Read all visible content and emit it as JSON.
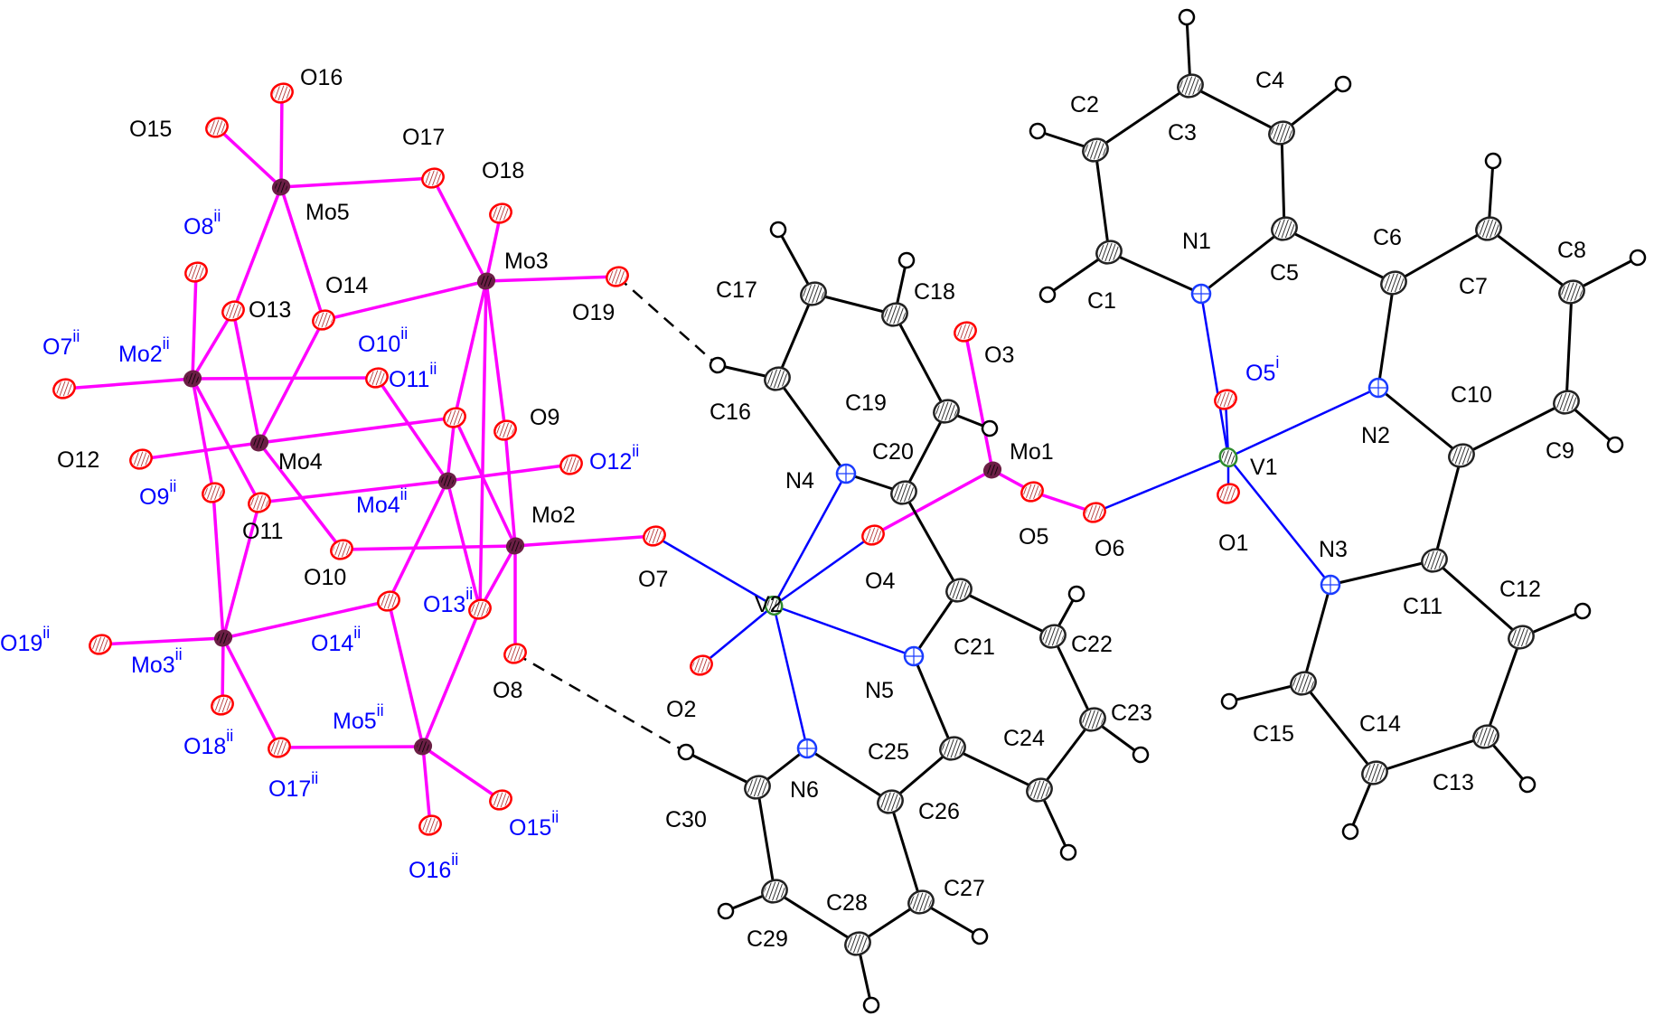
{
  "colors": {
    "black": "#000000",
    "blue": "#0000ff",
    "magenta": "#ff00ff",
    "oxygen": "#ff0000",
    "molybdenum": "#6b1f45",
    "vanadium": "#2e8b2e",
    "nitrogen": "#1a3cff",
    "carbon": "#222222",
    "hydrogen": "#ffffff"
  },
  "atom_labels": {
    "O16": "O16",
    "O15": "O15",
    "O17": "O17",
    "O18": "O18",
    "Mo5": "Mo5",
    "O8ii": "O8",
    "Mo3": "Mo3",
    "O19": "O19",
    "O13": "O13",
    "O14": "O14",
    "O7ii": "O7",
    "Mo2ii": "Mo2",
    "O10ii": "O10",
    "O11ii": "O11",
    "O9": "O9",
    "O12": "O12",
    "Mo4": "Mo4",
    "O12ii": "O12",
    "O9ii": "O9",
    "Mo4ii": "Mo4",
    "O11": "O11",
    "Mo2": "Mo2",
    "O10": "O10",
    "O7": "O7",
    "O13ii": "O13",
    "O14ii": "O14",
    "O19ii": "O19",
    "Mo3ii": "Mo3",
    "O8": "O8",
    "Mo5ii": "Mo5",
    "O18ii": "O18",
    "O17ii": "O17",
    "O16ii": "O16",
    "O15ii": "O15",
    "C17": "C17",
    "C18": "C18",
    "O3": "O3",
    "C16": "C16",
    "C19": "C19",
    "C20": "C20",
    "N4": "N4",
    "Mo1": "Mo1",
    "O5": "O5",
    "O6": "O6",
    "O4": "O4",
    "V2": "V2",
    "N5": "N5",
    "C21": "C21",
    "C22": "C22",
    "O2": "O2",
    "C23": "C23",
    "C24": "C24",
    "C25": "C25",
    "N6": "N6",
    "C26": "C26",
    "C30": "C30",
    "C27": "C27",
    "C28": "C28",
    "C29": "C29",
    "C2": "C2",
    "C3": "C3",
    "C4": "C4",
    "N1": "N1",
    "C5": "C5",
    "C6": "C6",
    "C1": "C1",
    "C7": "C7",
    "C8": "C8",
    "O5i": "O5",
    "C10": "C10",
    "N2": "N2",
    "V1": "V1",
    "C9": "C9",
    "O1": "O1",
    "N3": "N3",
    "C11": "C11",
    "C12": "C12",
    "C15": "C15",
    "C14": "C14",
    "C13": "C13"
  },
  "symmetry_codes": {
    "O8ii": "ii",
    "O7ii": "ii",
    "Mo2ii": "ii",
    "O10ii": "ii",
    "O11ii": "ii",
    "O12ii": "ii",
    "O9ii": "ii",
    "Mo4ii": "ii",
    "O13ii": "ii",
    "O14ii": "ii",
    "O19ii": "ii",
    "Mo3ii": "ii",
    "Mo5ii": "ii",
    "O18ii": "ii",
    "O17ii": "ii",
    "O16ii": "ii",
    "O15ii": "ii",
    "O5i": "i"
  }
}
